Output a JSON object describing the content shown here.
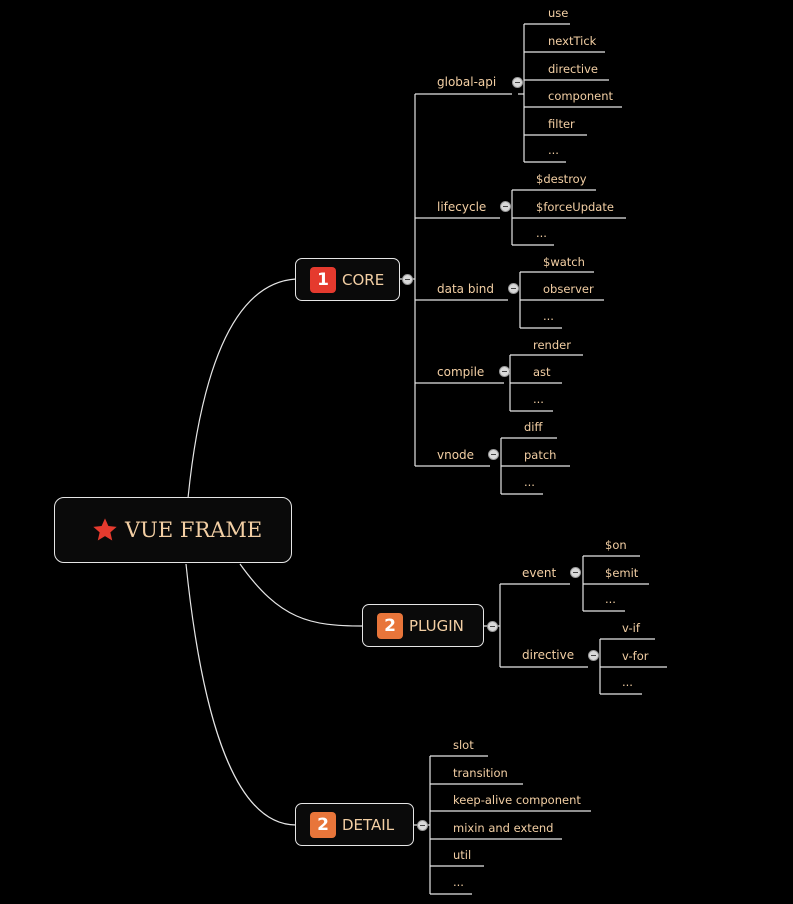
{
  "root": {
    "label": "VUE FRAME",
    "icon": "star-icon"
  },
  "colors": {
    "badge1": "#e53a2e",
    "badge2": "#e8753a",
    "text": "#f3cfa4",
    "line": "#e6e6e6"
  },
  "core": {
    "badge": "1",
    "label": "CORE",
    "children": [
      {
        "label": "global-api",
        "leaves": [
          "use",
          "nextTick",
          "directive",
          "component",
          "filter",
          "..."
        ]
      },
      {
        "label": "lifecycle",
        "leaves": [
          "$destroy",
          "$forceUpdate",
          "..."
        ]
      },
      {
        "label": "data bind",
        "leaves": [
          "$watch",
          "observer",
          "..."
        ]
      },
      {
        "label": "compile",
        "leaves": [
          "render",
          "ast",
          "..."
        ]
      },
      {
        "label": "vnode",
        "leaves": [
          "diff",
          "patch",
          "..."
        ]
      }
    ]
  },
  "plugin": {
    "badge": "2",
    "label": "PLUGIN",
    "children": [
      {
        "label": "event",
        "leaves": [
          "$on",
          "$emit",
          "..."
        ]
      },
      {
        "label": "directive",
        "leaves": [
          "v-if",
          "v-for",
          "..."
        ]
      }
    ]
  },
  "detail": {
    "badge": "2",
    "label": "DETAIL",
    "leaves": [
      "slot",
      "transition",
      "keep-alive component",
      "mixin and extend",
      "util",
      "..."
    ]
  }
}
